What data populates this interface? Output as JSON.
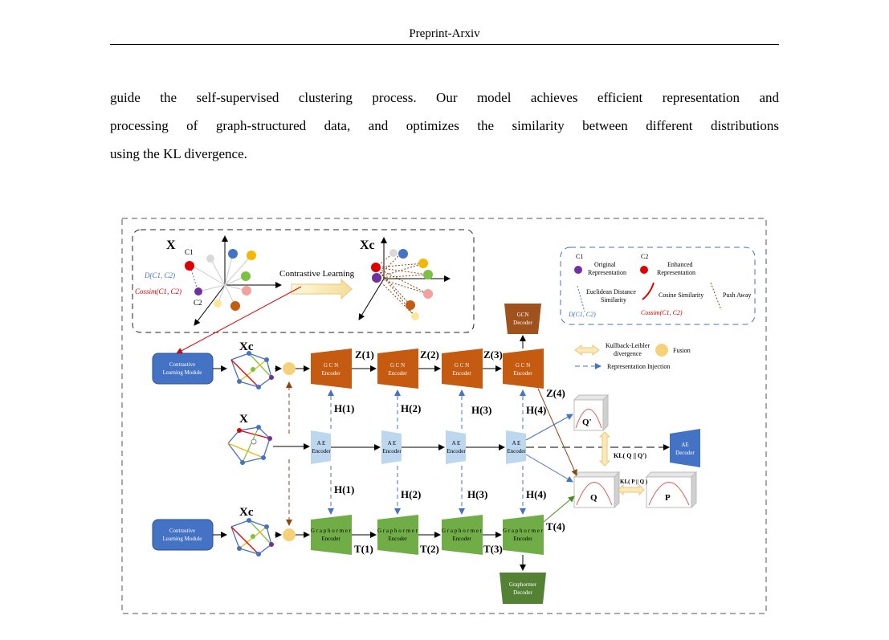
{
  "header": {
    "title": "Preprint-Arxiv"
  },
  "paragraph": {
    "line1": "guide the self-supervised clustering process. Our model achieves efficient representation and",
    "line2": "processing of graph-structured data, and optimizes the similarity between different distributions",
    "line3": "using the KL divergence."
  },
  "figure": {
    "top_panel": {
      "x_label": "X",
      "xc_label": "Xc",
      "c1": "C1",
      "c2": "C2",
      "d_label": "D(C1, C2)",
      "cos_label": "Cossim(C1, C2)",
      "arrow_label": "Contrastive Learning"
    },
    "legend": {
      "c1": "C1",
      "c2": "C2",
      "original": "Original Representation",
      "enhanced": "Enhanced Representation",
      "euclid": "Euclidean Distance Similarity",
      "cosine": "Cosine Similarity",
      "push": "Push Away",
      "d_label": "D(C1, C2)",
      "cos_label": "Cossim(C1, C2)",
      "kl": "Kullback-Leibler divergence",
      "fusion": "Fusion",
      "injection": "Representation Injection"
    },
    "modules": {
      "clm_top": "Contrastive Learning Module",
      "clm_bottom": "Contrastive Learning Module",
      "gcn_decoder": "GCN Decoder",
      "gcn_encoder": "GCN Encoder",
      "ae_encoder": "AE Encoder",
      "ae_decoder": "AE Decoder",
      "graphormer_encoder": "Graphormer Encoder",
      "graphormer_decoder": "Graphormer Decoder"
    },
    "labels": {
      "xc_top": "Xc",
      "x_mid": "X",
      "xc_bot": "Xc",
      "z": [
        "Z(1)",
        "Z(2)",
        "Z(3)",
        "Z(4)"
      ],
      "h_top": [
        "H(1)",
        "H(2)",
        "H(3)",
        "H(4)"
      ],
      "h_bot": [
        "H(1)",
        "H(2)",
        "H(3)",
        "H(4)"
      ],
      "t": [
        "T(1)",
        "T(2)",
        "T(3)",
        "T(4)"
      ],
      "q_prime": "Q'",
      "q": "Q",
      "p": "P",
      "kl_qq": "KL( Q || Q')",
      "kl_pq": "KL( P || Q )"
    }
  }
}
